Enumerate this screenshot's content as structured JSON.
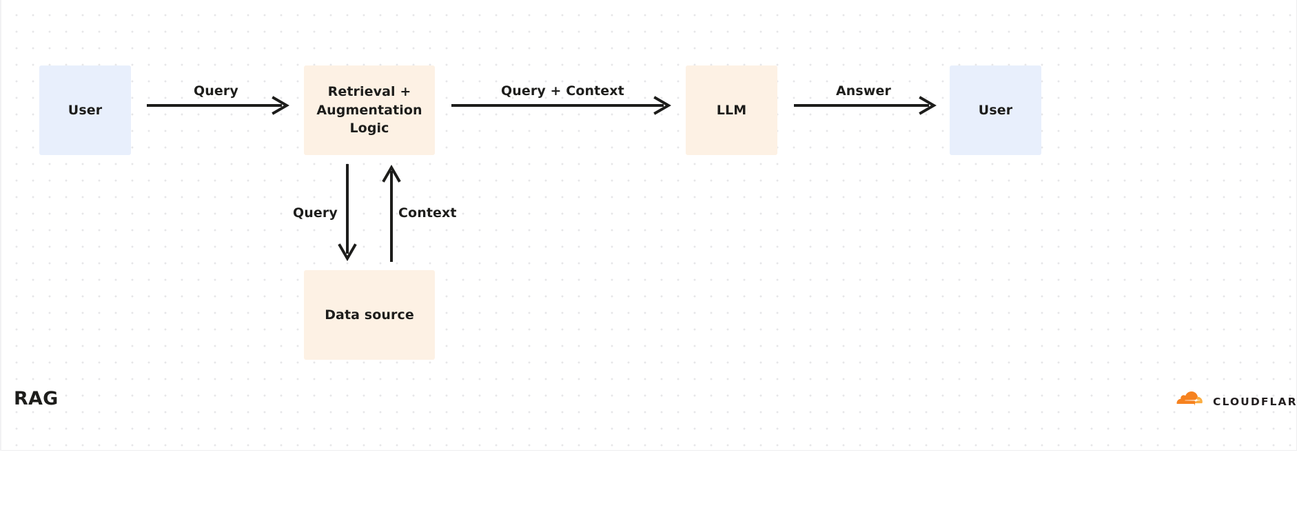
{
  "diagram": {
    "caption": "RAG",
    "nodes": [
      {
        "id": "user-left",
        "label": "User",
        "fill": "#e8effc"
      },
      {
        "id": "rag-logic",
        "label": "Retrieval + Augmentation Logic",
        "fill": "#fdf1e4"
      },
      {
        "id": "llm",
        "label": "LLM",
        "fill": "#fdf1e4"
      },
      {
        "id": "user-right",
        "label": "User",
        "fill": "#e8effc"
      },
      {
        "id": "data-source",
        "label": "Data source",
        "fill": "#fdf1e4"
      }
    ],
    "edges": [
      {
        "id": "query-1",
        "label": "Query",
        "from": "user-left",
        "to": "rag-logic",
        "direction": "right"
      },
      {
        "id": "query-context",
        "label": "Query + Context",
        "from": "rag-logic",
        "to": "llm",
        "direction": "right"
      },
      {
        "id": "answer",
        "label": "Answer",
        "from": "llm",
        "to": "user-right",
        "direction": "right"
      },
      {
        "id": "query-down",
        "label": "Query",
        "from": "rag-logic",
        "to": "data-source",
        "direction": "down"
      },
      {
        "id": "context-up",
        "label": "Context",
        "from": "data-source",
        "to": "rag-logic",
        "direction": "up"
      }
    ],
    "colors": {
      "node_blue": "#e8effc",
      "node_cream": "#fdf1e4",
      "edge_stroke": "#1d1d1b",
      "canvas_background": "#ffffff",
      "grid_dot": "#e6e6e8"
    }
  },
  "brand": {
    "wordmark": "CLOUDFLARE",
    "cloud_color": "#f6821f",
    "accent_color": "#fbad41"
  }
}
